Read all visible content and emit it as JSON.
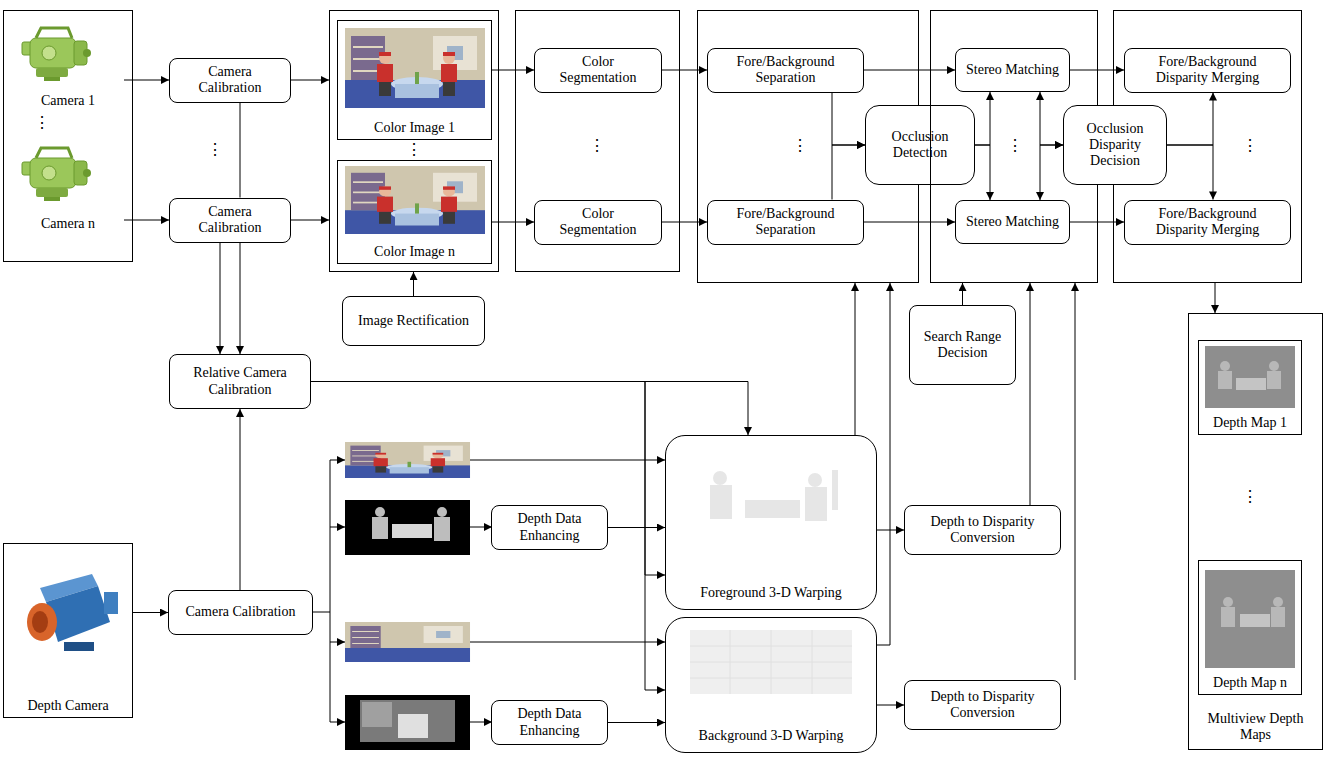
{
  "diagram": {
    "nodes": [
      {
        "text": []
      },
      {
        "text": [
          "Camera 1"
        ],
        "in": 0
      },
      {
        "text": [
          "Camera n"
        ],
        "in": 0
      },
      {
        "text": [
          "Camera Calibration"
        ]
      },
      {
        "text": [
          "Camera Calibration"
        ]
      },
      {
        "text": []
      },
      {
        "text": [
          "Color Image 1"
        ],
        "in": 5
      },
      {
        "text": [
          "Color Image n"
        ],
        "in": 5
      },
      {
        "text": [
          "Image Rectification"
        ]
      },
      {
        "text": []
      },
      {
        "text": [
          "Color Segmentation"
        ],
        "in": 9
      },
      {
        "text": [
          "Color Segmentation"
        ],
        "in": 9
      },
      {
        "text": []
      },
      {
        "text": [
          "Fore/Background Separation"
        ],
        "in": 12
      },
      {
        "text": [
          "Fore/Background Separation"
        ],
        "in": 12
      },
      {
        "text": [
          "Occlusion Detection"
        ]
      },
      {
        "text": []
      },
      {
        "text": [
          "Stereo Matching"
        ],
        "in": 16
      },
      {
        "text": [
          "Stereo Matching"
        ],
        "in": 16
      },
      {
        "text": [
          "Search Range Decision"
        ]
      },
      {
        "text": []
      },
      {
        "text": [
          "Fore/Background Disparity Merging"
        ],
        "in": 20
      },
      {
        "text": [
          "Fore/Background Disparity Merging"
        ],
        "in": 20
      },
      {
        "text": [
          "Occlusion Disparity Decision"
        ]
      },
      {
        "text": [
          "Multiview Depth Maps"
        ]
      },
      {
        "text": [
          "Depth Map 1"
        ],
        "in": 24
      },
      {
        "text": [
          "Depth Map n"
        ],
        "in": 24
      },
      {
        "text": [
          "Relative Camera Calibration"
        ]
      },
      {
        "text": [
          "Depth Camera"
        ]
      },
      {
        "text": [
          "Camera Calibration"
        ]
      },
      {
        "text": [
          "Depth Data Enhancing"
        ]
      },
      {
        "text": [
          "Depth Data Enhancing"
        ]
      },
      {
        "text": [
          "Foreground 3-D Warping"
        ]
      },
      {
        "text": [
          "Background 3-D Warping"
        ]
      },
      {
        "text": [
          "Depth to Disparity Conversion"
        ]
      },
      {
        "text": [
          "Depth to Disparity Conversion"
        ]
      }
    ],
    "edges": [
      {
        "from": 1,
        "to": 3,
        "arrow": "to"
      },
      {
        "from": 2,
        "to": 4,
        "arrow": "to"
      },
      {
        "from": 3,
        "to": 4,
        "arrow": "none"
      },
      {
        "from": 3,
        "to": 5,
        "arrow": "to"
      },
      {
        "from": 4,
        "to": 5,
        "arrow": "to"
      },
      {
        "from": 4,
        "to": 27,
        "arrow": "to"
      },
      {
        "from": 4,
        "to": 27,
        "arrow": "to"
      },
      {
        "from": 8,
        "to": 5,
        "arrow": "to"
      },
      {
        "from": 6,
        "to": 10,
        "arrow": "to"
      },
      {
        "from": 7,
        "to": 11,
        "arrow": "to"
      },
      {
        "from": 10,
        "to": 13,
        "arrow": "to"
      },
      {
        "from": 11,
        "to": 14,
        "arrow": "to"
      },
      {
        "from": 13,
        "to": 15,
        "arrow": "to"
      },
      {
        "from": 14,
        "to": 15,
        "arrow": "to"
      },
      {
        "from": 13,
        "to": 17,
        "arrow": "to"
      },
      {
        "from": 14,
        "to": 18,
        "arrow": "to"
      },
      {
        "from": 15,
        "to": 17,
        "arrow": "to"
      },
      {
        "from": 15,
        "to": 18,
        "arrow": "to"
      },
      {
        "from": 17,
        "to": 23,
        "arrow": "both"
      },
      {
        "from": 18,
        "to": 23,
        "arrow": "both"
      },
      {
        "from": 17,
        "to": 21,
        "arrow": "to"
      },
      {
        "from": 18,
        "to": 22,
        "arrow": "to"
      },
      {
        "from": 23,
        "to": 21,
        "arrow": "to"
      },
      {
        "from": 23,
        "to": 22,
        "arrow": "to"
      },
      {
        "from": 20,
        "to": 24,
        "arrow": "to"
      },
      {
        "from": 19,
        "to": 16,
        "arrow": "to"
      },
      {
        "from": 34,
        "to": 16,
        "arrow": "to"
      },
      {
        "from": 35,
        "to": 16,
        "arrow": "to"
      },
      {
        "from": 28,
        "to": 29,
        "arrow": "to"
      },
      {
        "from": 29,
        "to": 27,
        "arrow": "to"
      },
      {
        "from": 27,
        "to": 32,
        "arrow": "to"
      },
      {
        "from": 27,
        "to": 32,
        "arrow": "to"
      },
      {
        "from": 27,
        "to": 33,
        "arrow": "to"
      },
      {
        "from": 30,
        "to": 32,
        "arrow": "to"
      },
      {
        "from": 31,
        "to": 33,
        "arrow": "to"
      },
      {
        "from": 32,
        "to": 12,
        "arrow": "to"
      },
      {
        "from": 33,
        "to": 12,
        "arrow": "to"
      },
      {
        "from": 32,
        "to": 34,
        "arrow": "to"
      },
      {
        "from": 33,
        "to": 35,
        "arrow": "to"
      }
    ],
    "labels": [
      "⋮",
      "⋮",
      "⋮",
      "⋮",
      "⋮",
      "⋮",
      "⋮",
      "⋮"
    ]
  }
}
